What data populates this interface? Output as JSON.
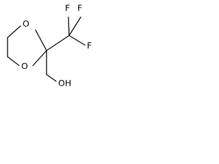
{
  "molecule": {
    "atoms": {
      "ring_oxygen_top": "O",
      "ring_oxygen_bottom": "O",
      "fluorine_top": "F",
      "fluorine_right": "F",
      "fluorine_left": "F",
      "hydroxyl": "OH"
    }
  }
}
